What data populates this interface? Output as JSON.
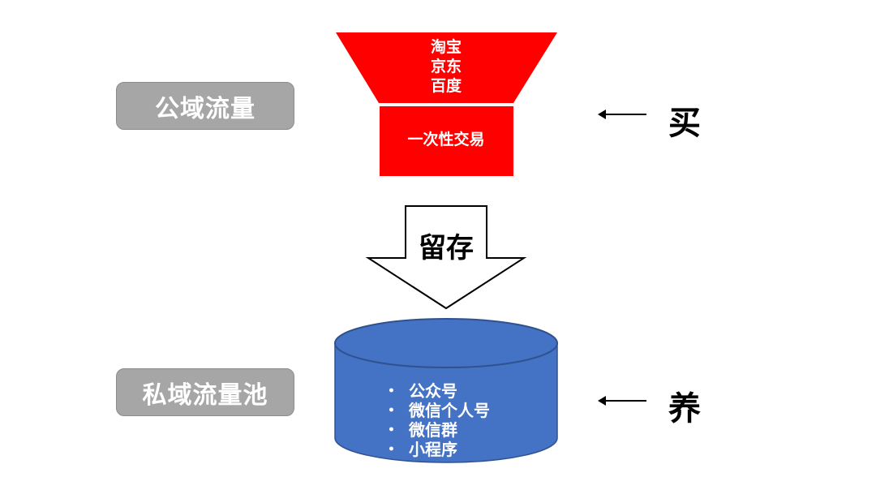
{
  "public_pool": {
    "label": "公域流量"
  },
  "funnel": {
    "platforms": [
      "淘宝",
      "京东",
      "百度"
    ],
    "trade_label": "一次性交易"
  },
  "retain": {
    "label": "留存"
  },
  "private_pool": {
    "label": "私域流量池",
    "channels": [
      "公众号",
      "微信个人号",
      "微信群",
      "小程序"
    ]
  },
  "actions": {
    "buy": "买",
    "raise": "养"
  },
  "colors": {
    "funnel_red": "#ff0000",
    "pool_blue": "#4472c4",
    "label_gray": "#a6a6a6"
  }
}
